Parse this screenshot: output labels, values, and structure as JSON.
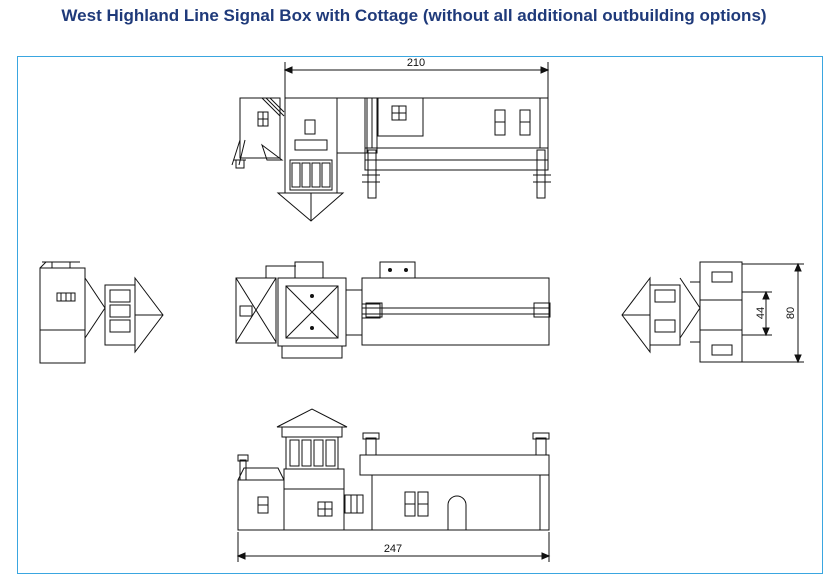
{
  "title": "West Highland Line Signal Box with Cottage (without all additional outbuilding options)",
  "dimensions": {
    "top_width": "210",
    "bottom_width": "247",
    "depth_inner": "44",
    "depth_outer": "80"
  },
  "colors": {
    "title": "#1f3a7a",
    "frame": "#3aa6e0",
    "line": "#111111"
  }
}
